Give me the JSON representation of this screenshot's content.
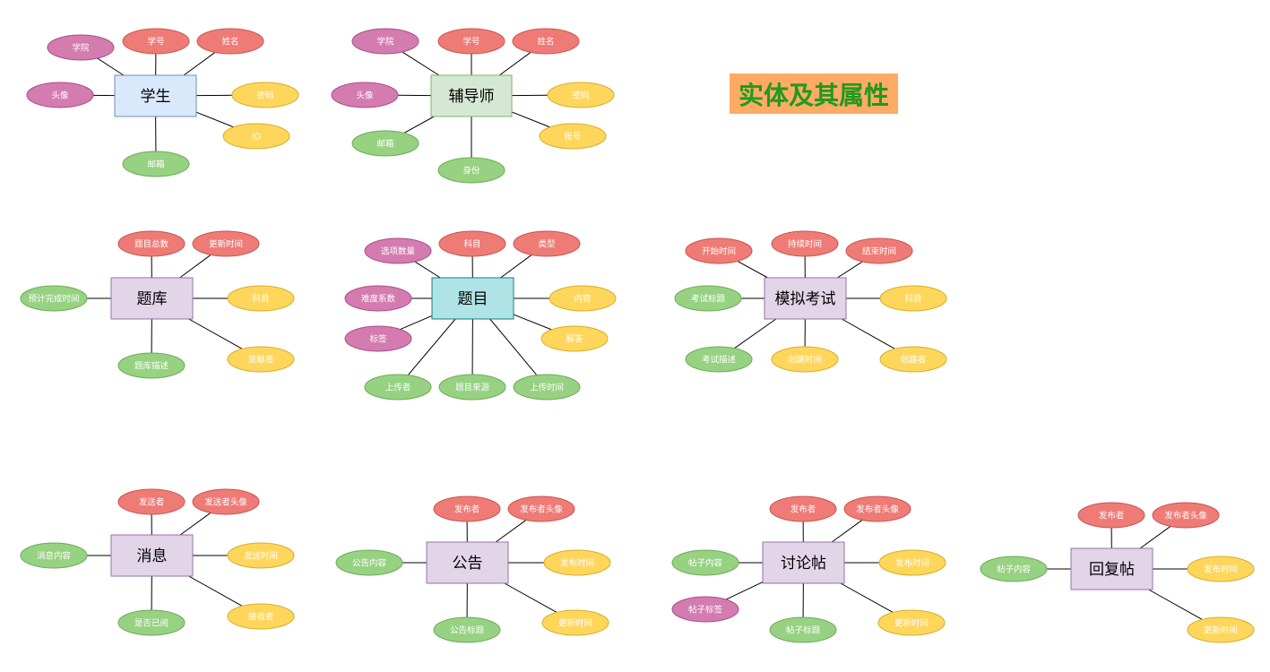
{
  "title": "实体及其属性",
  "colors": {
    "red": {
      "fill": "#ef7b76",
      "stroke": "#c85650"
    },
    "yellow": {
      "fill": "#ffd65c",
      "stroke": "#d6ae28"
    },
    "green": {
      "fill": "#97d182",
      "stroke": "#6fab5a"
    },
    "pink": {
      "fill": "#d47bb0",
      "stroke": "#a8508a"
    },
    "blue": {
      "fill": "#dae8fc",
      "stroke": "#6c8ebf"
    },
    "lightgreen": {
      "fill": "#d5e8d4",
      "stroke": "#82b366"
    },
    "lavender": {
      "fill": "#e1d5e7",
      "stroke": "#9673a6"
    },
    "teal": {
      "fill": "#b0e3e6",
      "stroke": "#0e8088"
    }
  },
  "entities": [
    {
      "id": "student",
      "label": "学生",
      "color": "blue",
      "attributes": [
        {
          "label": "学院",
          "color": "pink"
        },
        {
          "label": "学号",
          "color": "red"
        },
        {
          "label": "姓名",
          "color": "red"
        },
        {
          "label": "头像",
          "color": "pink"
        },
        {
          "label": "密码",
          "color": "yellow"
        },
        {
          "label": "ID",
          "color": "yellow"
        },
        {
          "label": "邮箱",
          "color": "green"
        }
      ]
    },
    {
      "id": "counselor",
      "label": "辅导师",
      "color": "lightgreen",
      "attributes": [
        {
          "label": "学院",
          "color": "pink"
        },
        {
          "label": "学号",
          "color": "red"
        },
        {
          "label": "姓名",
          "color": "red"
        },
        {
          "label": "头像",
          "color": "pink"
        },
        {
          "label": "密码",
          "color": "yellow"
        },
        {
          "label": "账号",
          "color": "yellow"
        },
        {
          "label": "邮箱",
          "color": "green"
        },
        {
          "label": "身份",
          "color": "green"
        }
      ]
    },
    {
      "id": "question-bank",
      "label": "题库",
      "color": "lavender",
      "attributes": [
        {
          "label": "题目总数",
          "color": "red"
        },
        {
          "label": "更新时间",
          "color": "red"
        },
        {
          "label": "预计完成时间",
          "color": "green"
        },
        {
          "label": "科目",
          "color": "yellow"
        },
        {
          "label": "题库描述",
          "color": "green"
        },
        {
          "label": "贡献者",
          "color": "yellow"
        }
      ]
    },
    {
      "id": "question",
      "label": "题目",
      "color": "teal",
      "attributes": [
        {
          "label": "选项数量",
          "color": "pink"
        },
        {
          "label": "科目",
          "color": "red"
        },
        {
          "label": "类型",
          "color": "red"
        },
        {
          "label": "难度系数",
          "color": "pink"
        },
        {
          "label": "内容",
          "color": "yellow"
        },
        {
          "label": "标签",
          "color": "pink"
        },
        {
          "label": "解答",
          "color": "yellow"
        },
        {
          "label": "上传者",
          "color": "green"
        },
        {
          "label": "题目来源",
          "color": "green"
        },
        {
          "label": "上传时间",
          "color": "green"
        }
      ]
    },
    {
      "id": "mock-exam",
      "label": "模拟考试",
      "color": "lavender",
      "attributes": [
        {
          "label": "开始时间",
          "color": "red"
        },
        {
          "label": "持续时间",
          "color": "red"
        },
        {
          "label": "结束时间",
          "color": "red"
        },
        {
          "label": "考试标题",
          "color": "green"
        },
        {
          "label": "科目",
          "color": "yellow"
        },
        {
          "label": "考试描述",
          "color": "green"
        },
        {
          "label": "创建时间",
          "color": "yellow"
        },
        {
          "label": "创建者",
          "color": "yellow"
        }
      ]
    },
    {
      "id": "message",
      "label": "消息",
      "color": "lavender",
      "attributes": [
        {
          "label": "发送者",
          "color": "red"
        },
        {
          "label": "发送者头像",
          "color": "red"
        },
        {
          "label": "消息内容",
          "color": "green"
        },
        {
          "label": "发送时间",
          "color": "yellow"
        },
        {
          "label": "是否已阅",
          "color": "green"
        },
        {
          "label": "接收者",
          "color": "yellow"
        }
      ]
    },
    {
      "id": "announcement",
      "label": "公告",
      "color": "lavender",
      "attributes": [
        {
          "label": "发布者",
          "color": "red"
        },
        {
          "label": "发布者头像",
          "color": "red"
        },
        {
          "label": "公告内容",
          "color": "green"
        },
        {
          "label": "发布时间",
          "color": "yellow"
        },
        {
          "label": "公告标题",
          "color": "green"
        },
        {
          "label": "更新时间",
          "color": "yellow"
        }
      ]
    },
    {
      "id": "discussion-post",
      "label": "讨论帖",
      "color": "lavender",
      "attributes": [
        {
          "label": "发布者",
          "color": "red"
        },
        {
          "label": "发布者头像",
          "color": "red"
        },
        {
          "label": "帖子内容",
          "color": "green"
        },
        {
          "label": "发布时间",
          "color": "yellow"
        },
        {
          "label": "帖子标签",
          "color": "pink"
        },
        {
          "label": "帖子标题",
          "color": "green"
        },
        {
          "label": "更新时间",
          "color": "yellow"
        }
      ]
    },
    {
      "id": "reply-post",
      "label": "回复帖",
      "color": "lavender",
      "attributes": [
        {
          "label": "发布者",
          "color": "red"
        },
        {
          "label": "发布者头像",
          "color": "red"
        },
        {
          "label": "帖子内容",
          "color": "green"
        },
        {
          "label": "发布时间",
          "color": "yellow"
        },
        {
          "label": "更新时间",
          "color": "yellow"
        }
      ]
    }
  ]
}
